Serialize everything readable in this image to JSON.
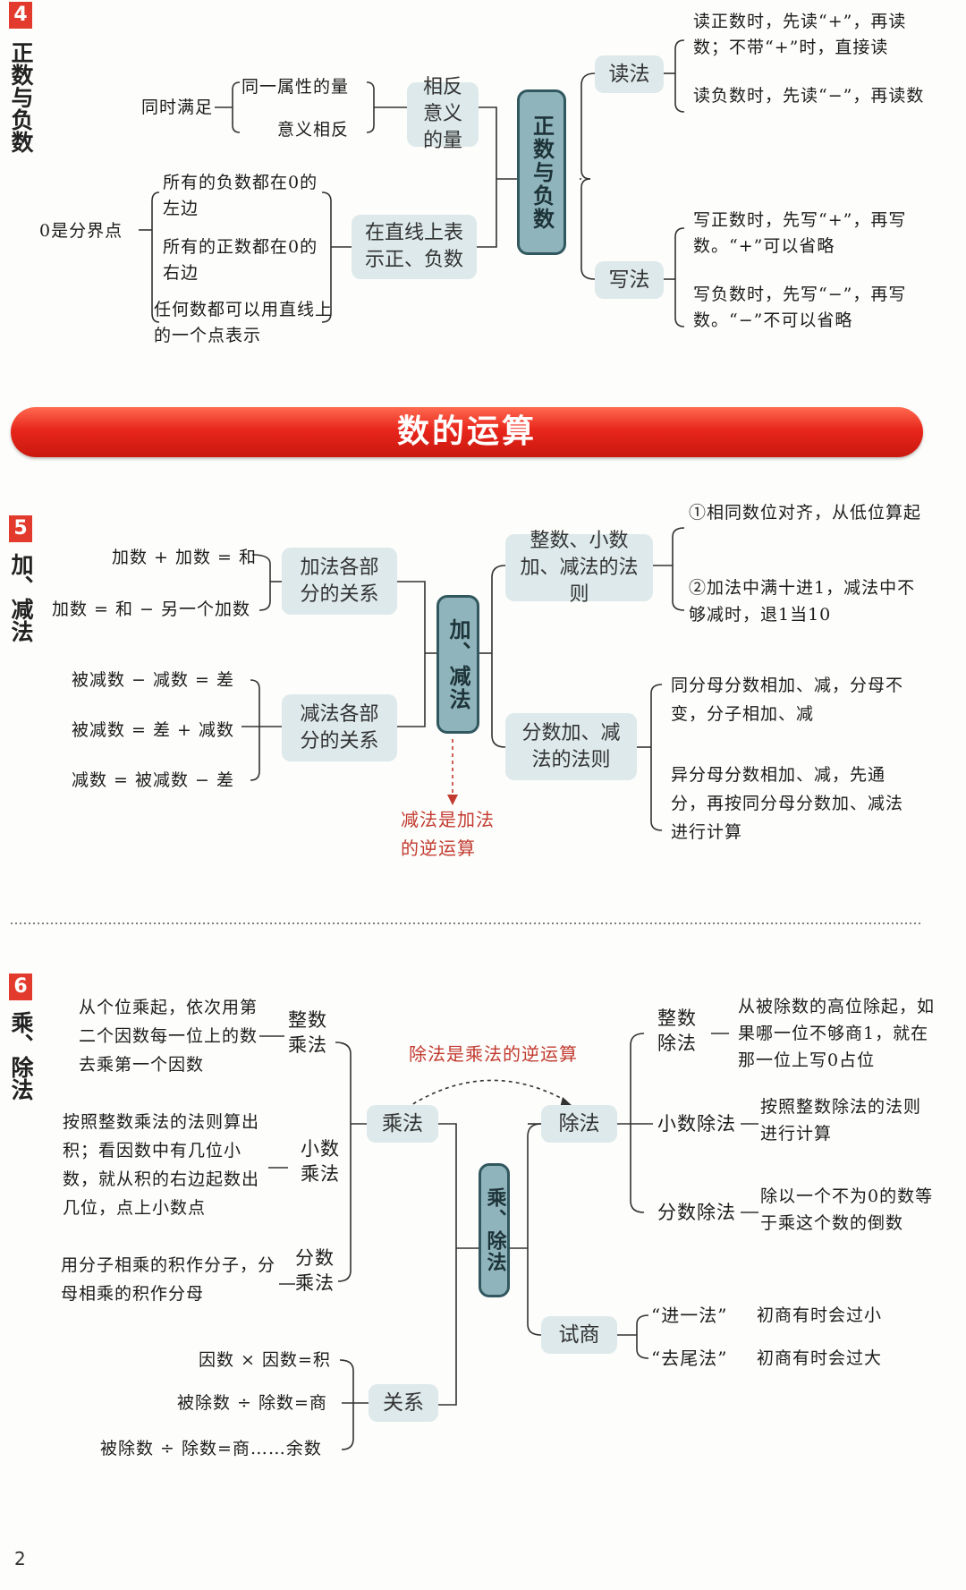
{
  "sections": {
    "s4": {
      "num": "4",
      "title": "正数与负数",
      "core": "正数与负数",
      "left_top": {
        "node": "相反意义的量",
        "group_label": "同时满足",
        "items": [
          "同一属性的量",
          "意义相反"
        ]
      },
      "left_bottom": {
        "node": "在直线上表示正、负数",
        "group_label": "0是分界点",
        "items": [
          "所有的负数都在0的左边",
          "所有的正数都在0的右边",
          "任何数都可以用直线上的一个点表示"
        ]
      },
      "right_top": {
        "node": "读法",
        "items": [
          "读正数时，先读“+”，再读数；不带“+”时，直接读",
          "读负数时，先读“−”，再读数"
        ]
      },
      "right_bottom": {
        "node": "写法",
        "items": [
          "写正数时，先写“+”，再写数。“+”可以省略",
          "写负数时，先写“−”，再写数。“−”不可以省略"
        ]
      }
    },
    "banner": "数的运算",
    "s5": {
      "num": "5",
      "title": "加、减法",
      "core": "加、减法",
      "add_rel": {
        "node": "加法各部分的关系",
        "items": [
          "加数 + 加数 = 和",
          "加数 = 和 − 另一个加数"
        ]
      },
      "sub_rel": {
        "node": "减法各部分的关系",
        "items": [
          "被减数 − 减数 = 差",
          "被减数 = 差 + 减数",
          "减数 = 被减数 − 差"
        ]
      },
      "int_rule": {
        "node": "整数、小数加、减法的法则",
        "items": [
          "①相同数位对齐，从低位算起",
          "②加法中满十进1，减法中不够减时，退1当10"
        ]
      },
      "frac_rule": {
        "node": "分数加、减法的法则",
        "items": [
          "同分母分数相加、减，分母不变，分子相加、减",
          "异分母分数相加、减，先通分，再按同分母分数加、减法进行计算"
        ]
      },
      "note": "减法是加法的逆运算"
    },
    "s6": {
      "num": "6",
      "title": "乘、除法",
      "core": "乘、除法",
      "mul": {
        "node": "乘法",
        "subs": [
          {
            "label": "整数乘法",
            "desc": "从个位乘起，依次用第二个因数每一位上的数去乘第一个因数"
          },
          {
            "label": "小数乘法",
            "desc": "按照整数乘法的法则算出积；看因数中有几位小数，就从积的右边起数出几位，点上小数点"
          },
          {
            "label": "分数乘法",
            "desc": "用分子相乘的积作分子，分母相乘的积作分母"
          }
        ]
      },
      "rel": {
        "node": "关系",
        "items": [
          "因数 × 因数=积",
          "被除数 ÷ 除数=商",
          "被除数 ÷ 除数=商……余数"
        ]
      },
      "div": {
        "node": "除法",
        "subs": [
          {
            "label": "整数除法",
            "desc": "从被除数的高位除起，如果哪一位不够商1，就在那一位上写0占位"
          },
          {
            "label": "小数除法",
            "desc": "按照整数除法的法则进行计算"
          },
          {
            "label": "分数除法",
            "desc": "除以一个不为0的数等于乘这个数的倒数"
          }
        ]
      },
      "trial": {
        "node": "试商",
        "items": [
          {
            "label": "“进一法”",
            "desc": "初商有时会过小"
          },
          {
            "label": "“去尾法”",
            "desc": "初商有时会过大"
          }
        ]
      },
      "note": "除法是乘法的逆运算"
    }
  },
  "page_number": "2",
  "colors": {
    "accent_red": "#e23a2c",
    "node_bg": "#dde9ea",
    "core_bg": "#8fb4bc",
    "core_border": "#31575f"
  }
}
